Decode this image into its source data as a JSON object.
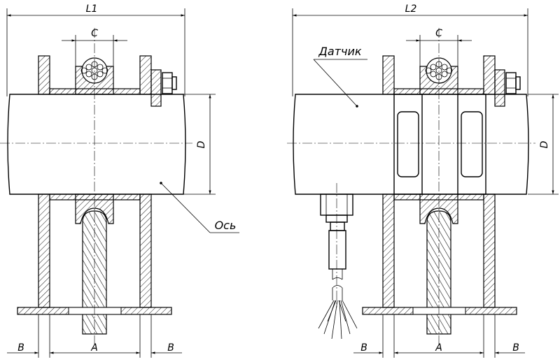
{
  "labels": {
    "left_overall": "L1",
    "right_overall": "L2",
    "center_width": "C",
    "diameter": "D",
    "spacing_side": "B",
    "spacing_center": "A",
    "sensor": "Датчик",
    "axle": "Ось"
  }
}
